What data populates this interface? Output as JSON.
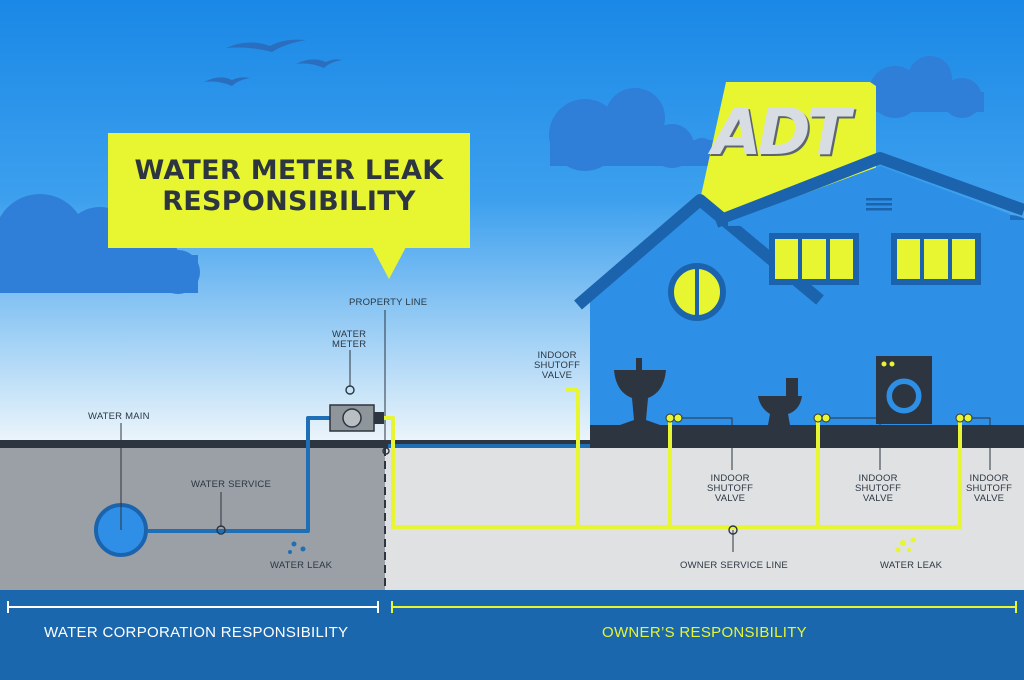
{
  "title": "WATER METER LEAK\nRESPONSIBILITY",
  "logo_text": "ADT",
  "labels": {
    "water_main": "WATER MAIN",
    "water_service": "WATER SERVICE",
    "water_meter": "WATER\nMETER",
    "property_line": "PROPERTY LINE",
    "water_leak_left": "WATER LEAK",
    "indoor_shutoff_valve_1": "INDOOR\nSHUTOFF\nVALVE",
    "indoor_shutoff_valve_2": "INDOOR\nSHUTOFF\nVALVE",
    "indoor_shutoff_valve_3": "INDOOR\nSHUTOFF\nVALVE",
    "indoor_shutoff_valve_4": "INDOOR\nSHUTOFF\nVALVE",
    "owner_service_line": "OWNER SERVICE LINE",
    "water_leak_right": "WATER LEAK"
  },
  "responsibility": {
    "water_corporation": "WATER CORPORATION RESPONSIBILITY",
    "owner": "OWNER’S RESPONSIBILITY"
  },
  "colors": {
    "sky_top": "#1e8de8",
    "sky_bottom": "#e9f4fb",
    "cloud": "#2f7ed8",
    "house": "#2e8fe6",
    "roof": "#1b64ad",
    "callout": "#e8f531",
    "owner_pipe": "#e8f531",
    "corp_pipe": "#1e6fb5",
    "ground_corp": "#9aa0a5",
    "ground_owner": "#dfe1e3",
    "footer": "#1b67ad",
    "corp_text": "#ffffff",
    "owner_text": "#e8f531"
  }
}
